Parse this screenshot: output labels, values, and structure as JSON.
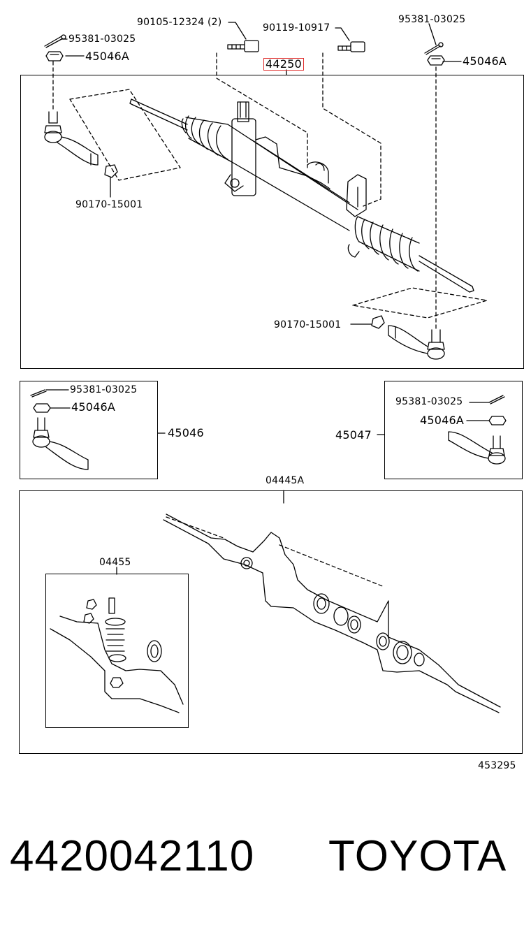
{
  "main_assembly": {
    "part_number": "44250",
    "labels": {
      "bolt_top_left": "90105-12324 (2)",
      "bolt_top_right": "90119-10917",
      "cotter_pin_left": "95381-03025",
      "nut_left": "45046A",
      "cotter_pin_right": "95381-03025",
      "nut_right": "45046A",
      "nut_lower_left": "90170-15001",
      "nut_lower_right": "90170-15001"
    }
  },
  "left_tie_rod_end": {
    "part_number": "45046",
    "cotter_pin": "95381-03025",
    "nut": "45046A"
  },
  "right_tie_rod_end": {
    "part_number": "45047",
    "cotter_pin": "95381-03025",
    "nut": "45046A"
  },
  "gasket_kit": {
    "part_number": "04445A",
    "sub_kit": "04455"
  },
  "diagram_ref": "453295",
  "footer": {
    "part_number": "4420042110",
    "brand": "TOYOTA"
  }
}
